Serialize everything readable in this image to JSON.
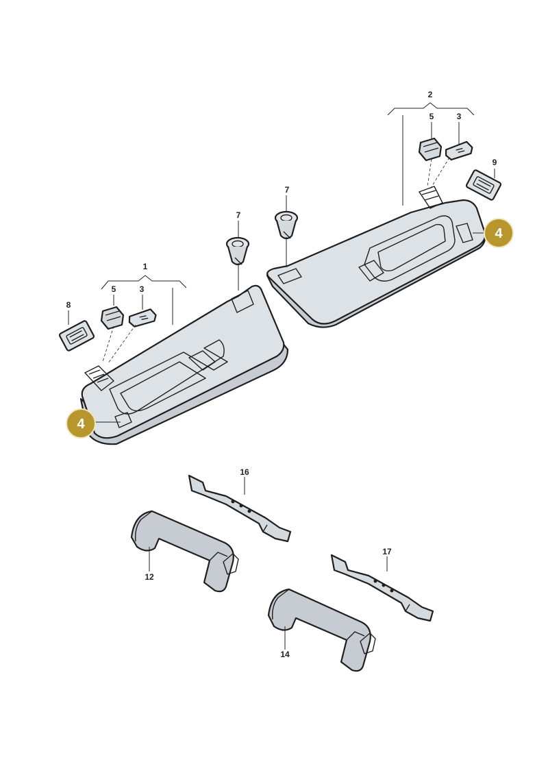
{
  "colors": {
    "part_fill": "#dde2e6",
    "part_shade": "#c6ccd1",
    "part_light": "#eef1f3",
    "outline": "#1e1e1e",
    "callout": "#b8962e",
    "callout_text": "#ffffff",
    "highlight_part": "#d9a52b"
  },
  "labels": {
    "sun_visor_left_ref": "1",
    "sun_visor_right_ref": "2",
    "cover_left_ref": "3",
    "cover_right_ref": "3",
    "bracket_left_ref": "5",
    "bracket_right_ref": "5",
    "holder_left_ref": "7",
    "holder_right_ref": "7",
    "mount_left_ref": "8",
    "mount_right_ref": "9",
    "grab_handle_left_ref": "12",
    "grab_handle_right_ref": "14",
    "handle_bracket_left_ref": "16",
    "handle_bracket_right_ref": "17"
  },
  "callouts": {
    "left": "4",
    "right": "4"
  }
}
